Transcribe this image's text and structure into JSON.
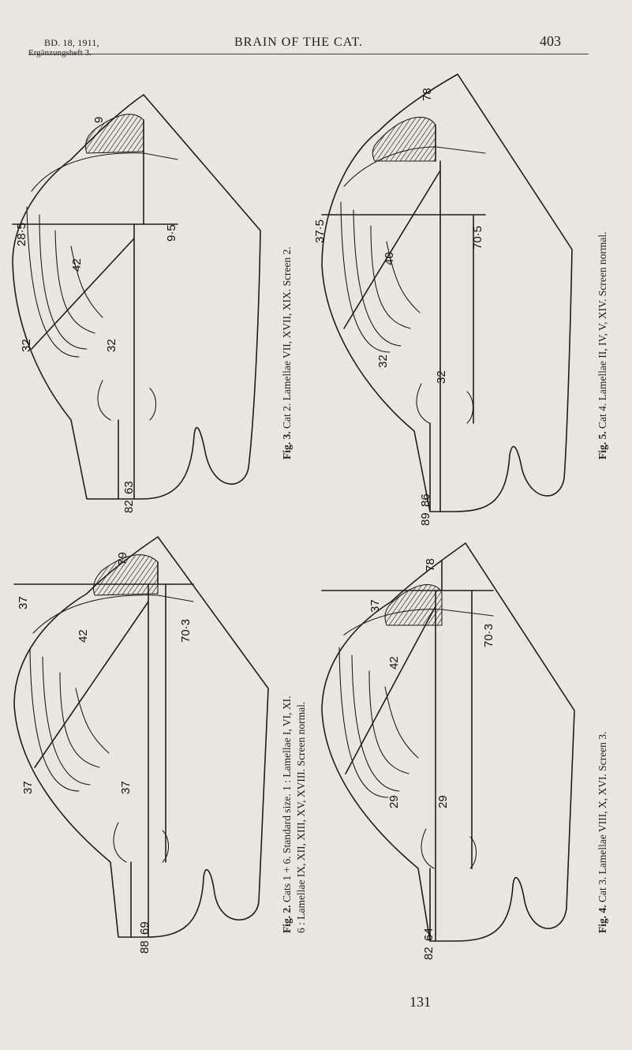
{
  "header": {
    "volume": "BD. 18, 1911,",
    "supplement": "Ergänzungsheft 3.",
    "title": "BRAIN OF THE CAT.",
    "page": "403"
  },
  "page_number": "131",
  "captions": {
    "fig3": {
      "label": "Fig. 3.",
      "text": " Cat 2. Lamellae VII, XVII, XIX. Screen 2."
    },
    "fig2": {
      "label": "Fig. 2.",
      "line1": " Cats 1 + 6. Standard size. 1 : Lamellae I, VI, XI.",
      "line2": "6 : Lamellae IX, XII, XIII, XV, XVIII. Screen normal."
    },
    "fig4": {
      "label": "Fig. 4.",
      "text": " Cat 3. Lamellae VIII, X, XVI. Screen 3."
    },
    "fig5": {
      "label": "Fig. 5.",
      "text": " Cat 4. Lamellae II, IV, V, XIV. Screen normal."
    }
  },
  "figures": {
    "fig3": {
      "labels": [
        "9",
        "28·5",
        "42",
        "9·5",
        "32",
        "32",
        "63",
        "82"
      ]
    },
    "fig2": {
      "labels": [
        "79",
        "37",
        "42",
        "70·3",
        "37",
        "37",
        "69",
        "88"
      ]
    },
    "fig4": {
      "labels": [
        "78",
        "37",
        "42",
        "70·3",
        "29",
        "29",
        "64",
        "82"
      ]
    },
    "fig5": {
      "labels": [
        "78",
        "37·5",
        "40",
        "70·5",
        "32",
        "32",
        "86",
        "89"
      ]
    }
  }
}
